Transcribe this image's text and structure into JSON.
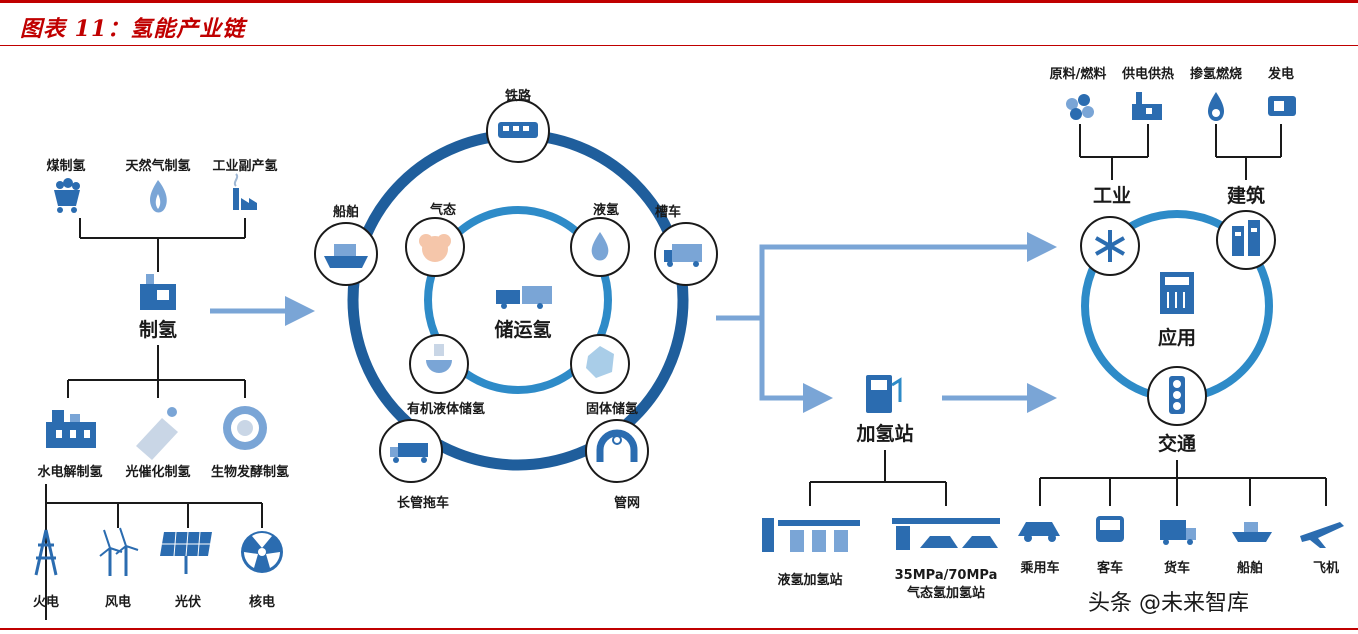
{
  "title": "图表 11：氢能产业链",
  "watermark": "头条 @未来智库",
  "production": {
    "sources": [
      "煤制氢",
      "天然气制氢",
      "工业副产氢"
    ],
    "center": "制氢",
    "methods": [
      "水电解制氢",
      "光催化制氢",
      "生物发酵制氢"
    ],
    "power": [
      "火电",
      "风电",
      "光伏",
      "核电"
    ]
  },
  "storage": {
    "center": "储运氢",
    "forms": [
      "气态",
      "液氢",
      "有机液体储氢",
      "固体储氢"
    ],
    "transport": [
      "铁路",
      "槽车",
      "管网",
      "长管拖车",
      "船舶"
    ]
  },
  "station": {
    "center": "加氢站",
    "types": [
      "液氢加氢站",
      "35MPa/70MPa",
      "气态氢加氢站"
    ]
  },
  "application": {
    "center": "应用",
    "industry": "工业",
    "building": "建筑",
    "traffic": "交通",
    "industry_items": [
      "原料/燃料",
      "供电供热"
    ],
    "building_items": [
      "掺氢燃烧",
      "发电"
    ],
    "vehicles": [
      "乘用车",
      "客车",
      "货车",
      "船舶",
      "飞机"
    ]
  },
  "colors": {
    "red": "#c00000",
    "blue": "#2e8bc8",
    "navy": "#1f5e9c",
    "arrow": "#7aa5d6",
    "icon": "#2b6cb0"
  }
}
